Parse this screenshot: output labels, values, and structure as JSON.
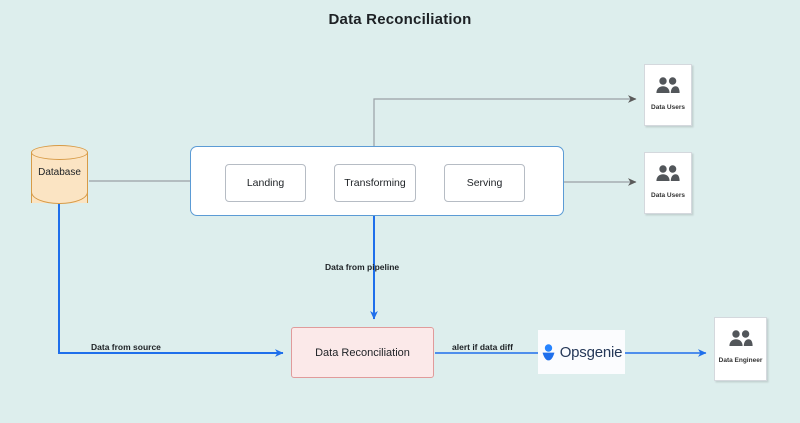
{
  "diagram": {
    "title": "Data Reconciliation",
    "background_color": "#ddeeed",
    "type": "flow-diagram"
  },
  "nodes": {
    "database": {
      "label": "Database",
      "shape": "cylinder",
      "fill": "#fbe4c3",
      "stroke": "#d79b47"
    },
    "pipeline_group": {
      "stroke": "#5b9bd5",
      "fill": "#ffffff",
      "stages": [
        {
          "label": "Landing"
        },
        {
          "label": "Transforming"
        },
        {
          "label": "Serving"
        }
      ]
    },
    "reconciliation": {
      "label": "Data Reconciliation",
      "fill": "#fbe9e9",
      "stroke": "#e09b9b"
    },
    "opsgenie": {
      "label": "Opsgenie",
      "icon": "opsgenie-icon",
      "icon_color": "#1f6feb",
      "text_color": "#253858"
    },
    "actors": [
      {
        "id": "data-users-top",
        "label": "Data Users",
        "icon": "users-icon"
      },
      {
        "id": "data-users-mid",
        "label": "Data Users",
        "icon": "users-icon"
      },
      {
        "id": "data-engineer",
        "label": "Data Engineer",
        "icon": "users-icon"
      }
    ]
  },
  "edges": {
    "labels": {
      "from_source": "Data from source",
      "from_pipeline": "Data from pipeline",
      "alert": "alert if data diff"
    },
    "colors": {
      "gray": "#868686",
      "blue": "#1f6feb"
    }
  }
}
